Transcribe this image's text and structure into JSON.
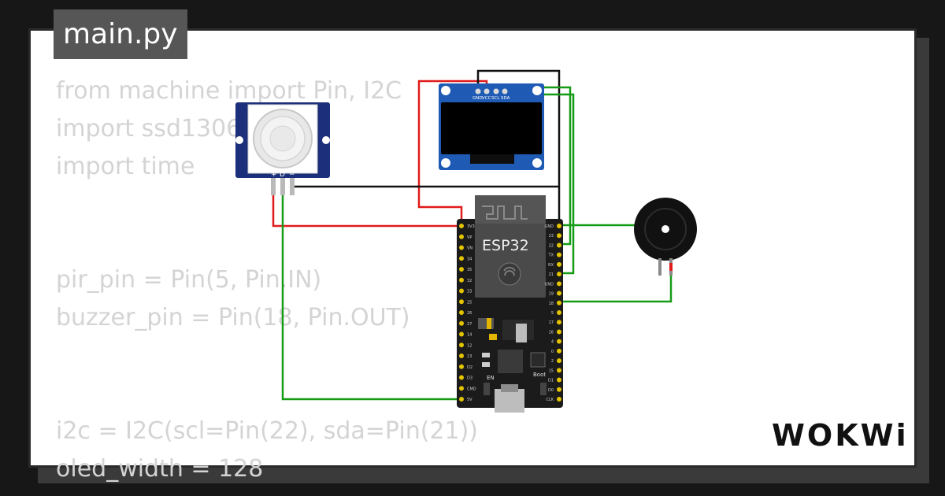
{
  "tab": {
    "label": "main.py"
  },
  "code_lines": [
    "from machine import Pin, I2C",
    "import ssd1306",
    "import time",
    "",
    "",
    "pir_pin = Pin(5, Pin.IN)",
    "buzzer_pin = Pin(18, Pin.OUT)",
    "",
    "",
    "i2c = I2C(scl=Pin(22), sda=Pin(21))",
    "oled_width = 128"
  ],
  "pir": {
    "pins": [
      "+",
      "D",
      "−"
    ]
  },
  "oled": {
    "pins": [
      "GND",
      "VCC",
      "SCL",
      "SDA"
    ]
  },
  "esp32": {
    "label": "ESP32",
    "boot_label": "Boot",
    "en_label": "EN",
    "left_pins": [
      "3V3",
      "VP",
      "VN",
      "34",
      "35",
      "32",
      "33",
      "25",
      "26",
      "27",
      "14",
      "12",
      "13",
      "D2",
      "D3",
      "CMD",
      "5V"
    ],
    "right_pins": [
      "GND",
      "23",
      "22",
      "TX",
      "RX",
      "21",
      "GND",
      "19",
      "18",
      "5",
      "17",
      "16",
      "4",
      "0",
      "2",
      "15",
      "D1",
      "D0",
      "CLK"
    ]
  },
  "logo": {
    "text": "WOKWi"
  },
  "colors": {
    "wire_red": "#e01b1b",
    "wire_black": "#111111",
    "wire_green": "#169b16",
    "board": "#1b1b1b",
    "oled_blue": "#1f5bb5"
  }
}
